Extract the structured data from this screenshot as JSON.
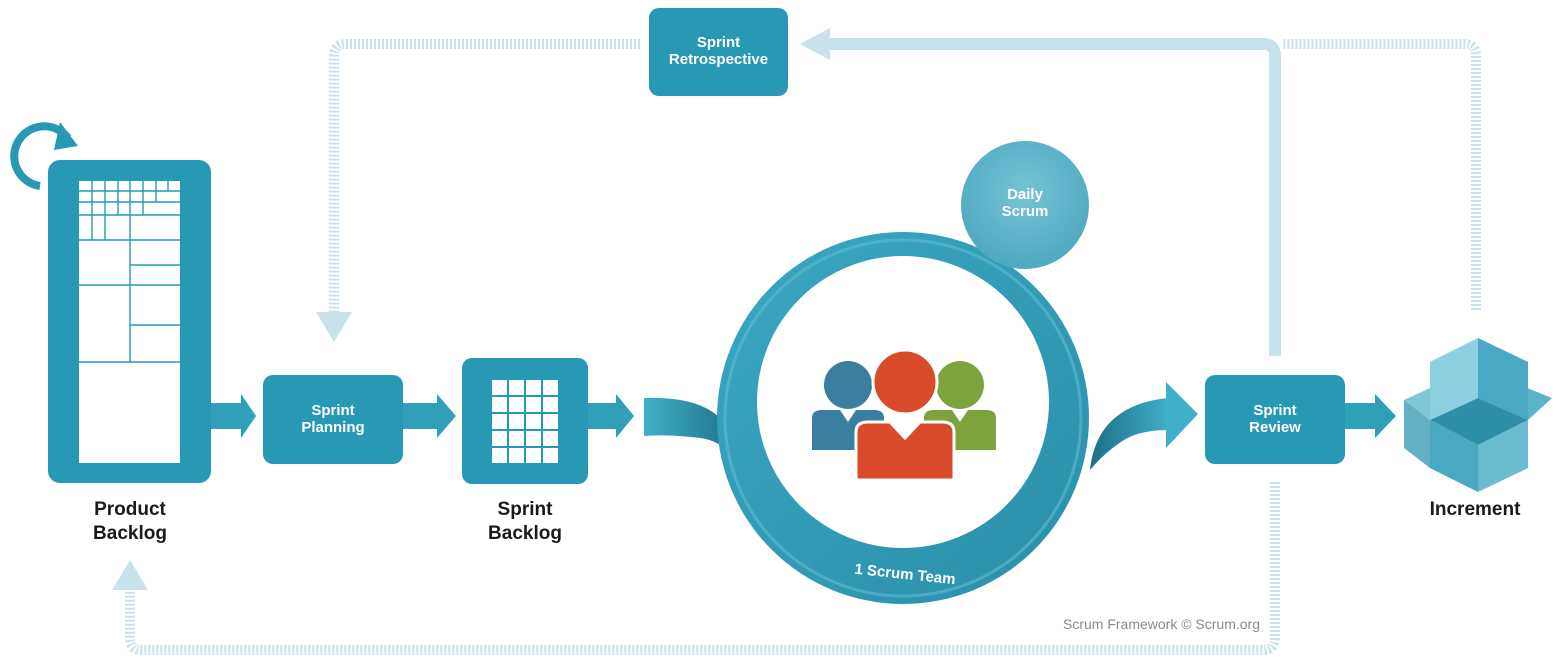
{
  "diagram": {
    "nodes": {
      "product_backlog": {
        "line1": "Product",
        "line2": "Backlog"
      },
      "sprint_planning": {
        "line1": "Sprint",
        "line2": "Planning"
      },
      "sprint_backlog": {
        "line1": "Sprint",
        "line2": "Backlog"
      },
      "daily_scrum": {
        "line1": "Daily",
        "line2": "Scrum"
      },
      "scrum_team": {
        "label": "1 Scrum Team"
      },
      "sprint_review": {
        "line1": "Sprint",
        "line2": "Review"
      },
      "sprint_retrospective": {
        "line1": "Sprint",
        "line2": "Retrospective"
      },
      "increment": {
        "label": "Increment"
      }
    },
    "copyright": "Scrum Framework © Scrum.org"
  },
  "colors": {
    "primary": "#2799b4",
    "light_arrow": "#c8e2ec",
    "person_blue": "#3b7fa0",
    "person_orange": "#d94b2b",
    "person_green": "#7ea23e",
    "box_light": "#6bbcd0"
  },
  "icons": [
    "refresh-icon",
    "team-icon",
    "box-icon",
    "grid-icon"
  ]
}
